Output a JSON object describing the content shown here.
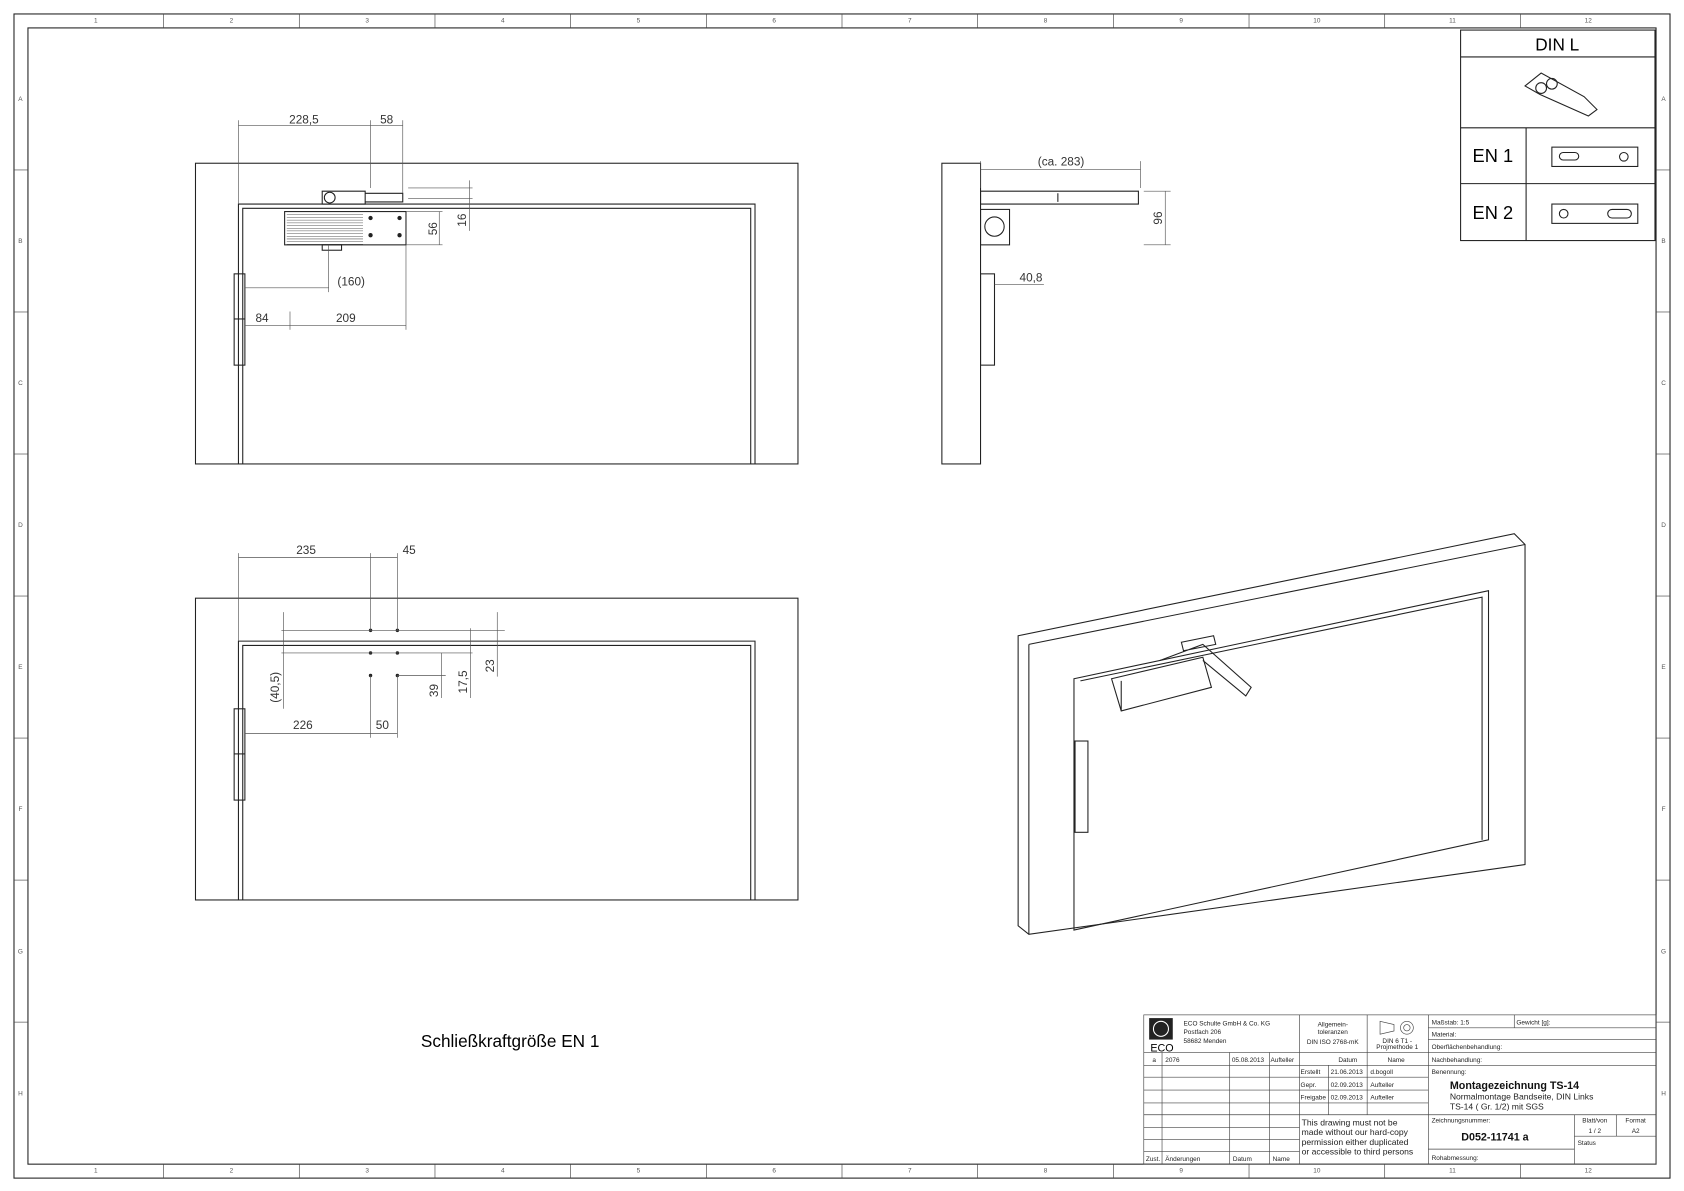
{
  "border": {
    "columns": [
      "1",
      "2",
      "3",
      "4",
      "5",
      "6",
      "7",
      "8",
      "9",
      "10",
      "11",
      "12"
    ],
    "rows": [
      "A",
      "B",
      "C",
      "D",
      "E",
      "F",
      "G",
      "H"
    ]
  },
  "views": {
    "front_top": {
      "dims": [
        "228,5",
        "58",
        "16",
        "56",
        "(160)",
        "84",
        "209"
      ]
    },
    "side": {
      "dims": [
        "(ca. 283)",
        "96",
        "40,8"
      ]
    },
    "front_holes": {
      "dims": [
        "235",
        "45",
        "(40,5)",
        "39",
        "17,5",
        "23",
        "226",
        "50"
      ]
    }
  },
  "caption": "Schließkraftgröße EN 1",
  "variant_table": {
    "header": "DIN L",
    "rows": [
      {
        "label": "EN 1",
        "icon": "mounting-plate-en1"
      },
      {
        "label": "EN 2",
        "icon": "mounting-plate-en2"
      }
    ]
  },
  "title_block": {
    "company": [
      "ECO Schulte GmbH & Co. KG",
      "Postfach 206",
      "58682 Menden"
    ],
    "logo_text": "ECO",
    "tolerances": [
      "Allgemein-",
      "toleranzen",
      "DIN ISO 2768-mK"
    ],
    "projection": [
      "DIN 6 T1 -",
      "Projmethode 1"
    ],
    "revision": {
      "index": "a",
      "change": "2076",
      "date": "05.08.2013",
      "name": "Aufteller"
    },
    "header_datum": "Datum",
    "header_name": "Name",
    "approvals": [
      {
        "label": "Erstellt",
        "date": "21.06.2013",
        "name": "d.bogoll"
      },
      {
        "label": "Gepr.",
        "date": "02.09.2013",
        "name": "Aufteller"
      },
      {
        "label": "Freigabe",
        "date": "02.09.2013",
        "name": "Aufteller"
      }
    ],
    "changes_footer": [
      "Zust.",
      "Änderungen",
      "Datum",
      "Name"
    ],
    "notice": [
      "This drawing must not be",
      "made without our hard-copy",
      "permission either duplicated",
      "or accessible to third persons"
    ],
    "scale": "Maßstab: 1:5",
    "weight": "Gewicht [g]:",
    "material": "Material:",
    "surface": "Oberflächenbehandlung:",
    "post": "Nachbehandlung:",
    "designation_label": "Benennung:",
    "title": "Montagezeichnung TS-14",
    "subtitle1": "Normalmontage Bandseite, DIN Links",
    "subtitle2": "TS-14 ( Gr. 1/2) mit SGS",
    "drawing_no_label": "Zeichnungsnummer:",
    "drawing_no": "D052-11741 a",
    "sheet_label": "Blatt/von",
    "sheet": "1 / 2",
    "format_label": "Format",
    "format": "A2",
    "status_label": "Status",
    "raw_label": "Rohabmessung:"
  }
}
